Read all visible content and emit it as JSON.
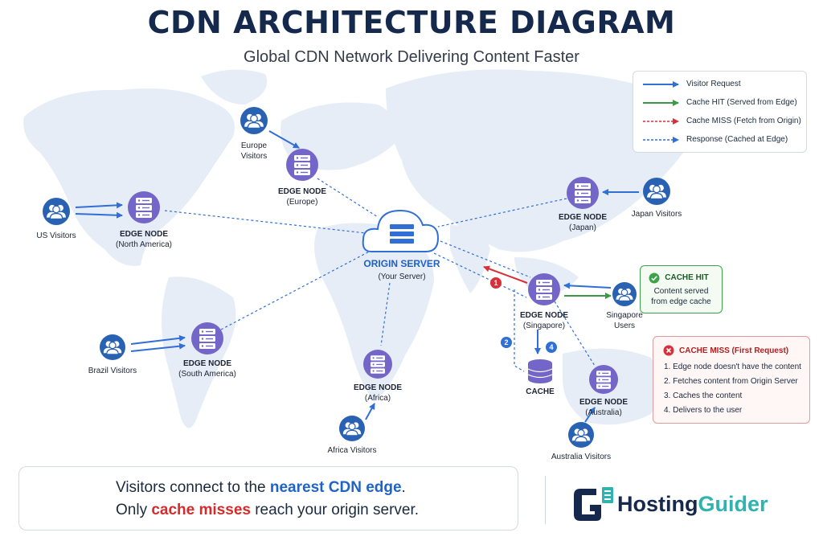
{
  "header": {
    "title": "CDN ARCHITECTURE DIAGRAM",
    "subtitle": "Global CDN Network Delivering Content Faster"
  },
  "legend": {
    "visitor_request": "Visitor Request",
    "cache_hit": "Cache HIT (Served from Edge)",
    "cache_miss": "Cache MISS (Fetch from Origin)",
    "response": "Response (Cached at Edge)"
  },
  "colors": {
    "request": "#2f6fd6",
    "hit": "#3a9b45",
    "miss": "#d8303a",
    "response": "#2f6fd6",
    "node": "#7466c9",
    "visitor": "#2a62b3"
  },
  "origin": {
    "title": "ORIGIN SERVER",
    "subtitle": "(Your Server)"
  },
  "edges": {
    "north_america": {
      "title": "EDGE NODE",
      "region": "(North America)"
    },
    "europe": {
      "title": "EDGE NODE",
      "region": "(Europe)"
    },
    "japan": {
      "title": "EDGE NODE",
      "region": "(Japan)"
    },
    "singapore": {
      "title": "EDGE NODE",
      "region": "(Singapore)"
    },
    "south_america": {
      "title": "EDGE NODE",
      "region": "(South America)"
    },
    "africa": {
      "title": "EDGE NODE",
      "region": "(Africa)"
    },
    "australia": {
      "title": "EDGE NODE",
      "region": "(Australia)"
    }
  },
  "visitors": {
    "us": "US Visitors",
    "europe_l1": "Europe",
    "europe_l2": "Visitors",
    "japan": "Japan Visitors",
    "singapore_l1": "Singapore",
    "singapore_l2": "Users",
    "brazil": "Brazil Visitors",
    "africa": "Africa Visitors",
    "australia": "Australia Visitors"
  },
  "cache": {
    "label": "CACHE"
  },
  "steps": {
    "s1": "1",
    "s2": "2",
    "s4": "4"
  },
  "cache_hit_box": {
    "title": "CACHE HIT",
    "line1": "Content served",
    "line2": "from edge cache"
  },
  "cache_miss_box": {
    "title": "CACHE MISS (First Request)",
    "steps": [
      "1. Edge node doesn't have the content",
      "2. Fetches content from Origin Server",
      "3. Caches the content",
      "4. Delivers to the user"
    ]
  },
  "banner": {
    "line1_pre": "Visitors connect to the ",
    "line1_highlight": "nearest CDN edge",
    "line1_post": ".",
    "line2_pre": "Only ",
    "line2_highlight": "cache misses",
    "line2_post": " reach your origin server."
  },
  "brand": {
    "part1": "Hosting",
    "part2": "Guider"
  }
}
